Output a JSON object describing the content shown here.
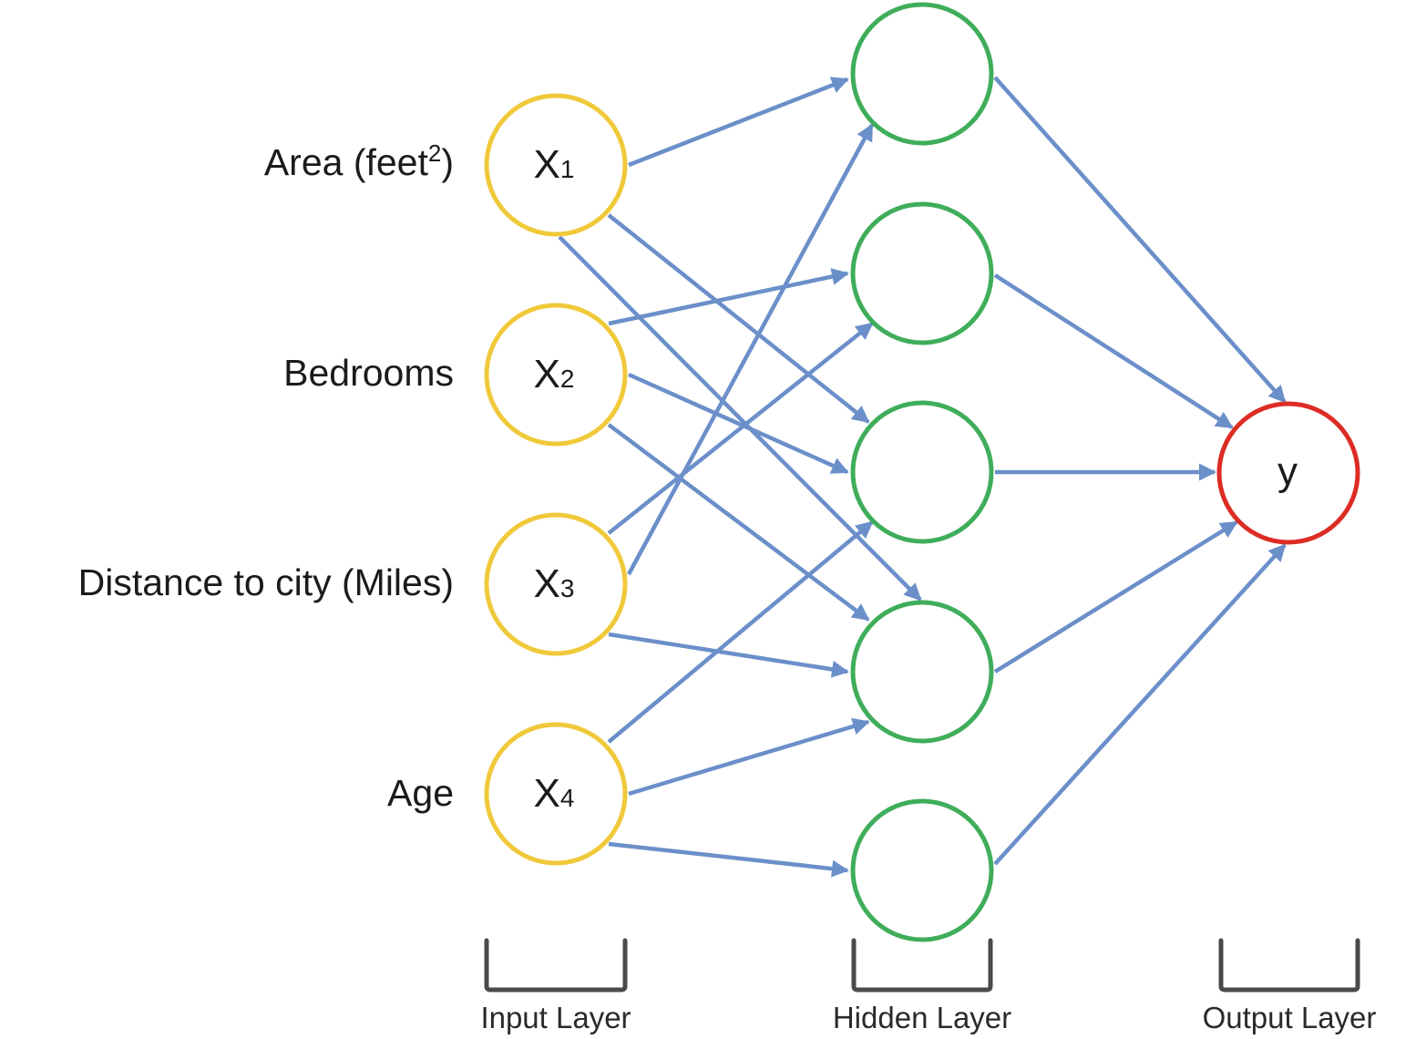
{
  "inputs": [
    {
      "feature": "Area (feet",
      "feature_sup": "2",
      "feature_tail": ")",
      "symbol": "X",
      "sub": "1"
    },
    {
      "feature": "Bedrooms",
      "feature_sup": "",
      "feature_tail": "",
      "symbol": "X",
      "sub": "2"
    },
    {
      "feature": "Distance to city (Miles)",
      "feature_sup": "",
      "feature_tail": "",
      "symbol": "X",
      "sub": "3"
    },
    {
      "feature": "Age",
      "feature_sup": "",
      "feature_tail": "",
      "symbol": "X",
      "sub": "4"
    }
  ],
  "output": {
    "symbol": "y"
  },
  "layers": {
    "input": "Input Layer",
    "hidden": "Hidden Layer",
    "output": "Output Layer"
  },
  "colors": {
    "input_node": "#f0c93a",
    "hidden_node": "#3fad5a",
    "output_node": "#dd2c24",
    "edge": "#6b8fc9",
    "bracket": "#4a4a4a"
  }
}
